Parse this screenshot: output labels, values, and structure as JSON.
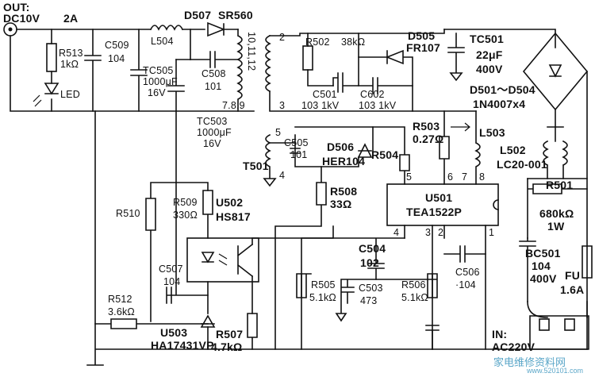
{
  "labels": {
    "out": "OUT:",
    "dc10v": "DC10V",
    "current_2a": "2A",
    "r513": "R513",
    "r513_val": "1kΩ",
    "c509": "C509",
    "c509_val": "104",
    "l504": "L504",
    "d507": "D507",
    "sr560": "SR560",
    "winding_10_11_12": "10,11,12",
    "winding_7_8_9": "7.8.9",
    "tc505": "TC505",
    "tc505_val1": "1000μF",
    "tc505_val2": "16V",
    "c508": "C508",
    "c508_val": "101",
    "tc503": "TC503",
    "tc503_val1": "1000μF",
    "tc503_val2": "16V",
    "led": "LED",
    "pin_2": "2",
    "pin_3": "3",
    "r502": "R502",
    "r502_val": "38kΩ",
    "d505": "D505",
    "d505_val": "FR107",
    "tc501": "TC501",
    "tc501_val1": "22μF",
    "tc501_val2": "400V",
    "c501": "C501",
    "c501_val": "103  1kV",
    "c602": "C602",
    "c602_val": "103  1kV",
    "d501_d504": "D501～D504",
    "d501_d504_val": "1N4007x4",
    "pin_5": "5",
    "c505": "C505",
    "c505_val": "101",
    "d506": "D506",
    "d506_val": "HER104",
    "r504": "R504",
    "r503": "R503",
    "r503_val": "0.27Ω",
    "l503": "L503",
    "t501": "T501",
    "pin_4": "4",
    "l502": "L502",
    "l502_val": "LC20-001",
    "r508": "R508",
    "r508_val": "33Ω",
    "r501": "R501",
    "r501_val1": "680kΩ",
    "r501_val2": "1W",
    "ic_pin5": "5",
    "ic_pin6": "6",
    "ic_pin7": "7",
    "ic_pin8": "8",
    "u501": "U501",
    "u501_val": "TEA1522P",
    "ic_pin4": "4",
    "ic_pin3": "3",
    "ic_pin2": "2",
    "ic_pin1": "1",
    "r510": "R510",
    "r509": "R509",
    "r509_val": "330Ω",
    "u502": "U502",
    "u502_val": "HS817",
    "c507": "C507",
    "c507_val": "104",
    "c504": "C504",
    "c504_val": "102",
    "c506": "C506",
    "c506_val": "·104",
    "bc501": "BC501",
    "bc501_val1": "104",
    "bc501_val2": "400V",
    "fu": "FU",
    "fu_val": "1.6A",
    "r505": "R505",
    "r505_val": "5.1kΩ",
    "c503": "C503",
    "c503_val": "473",
    "r506": "R506",
    "r506_val": "5.1kΩ",
    "r512": "R512",
    "r512_val": "3.6kΩ",
    "u503": "U503",
    "u503_val": "HA17431VP",
    "r507": "R507",
    "r507_val": "4.7kΩ",
    "in": "IN:",
    "ac220v": "AC220V",
    "watermark": "家电维修资料网",
    "watermark_url": "www.520101.com"
  }
}
